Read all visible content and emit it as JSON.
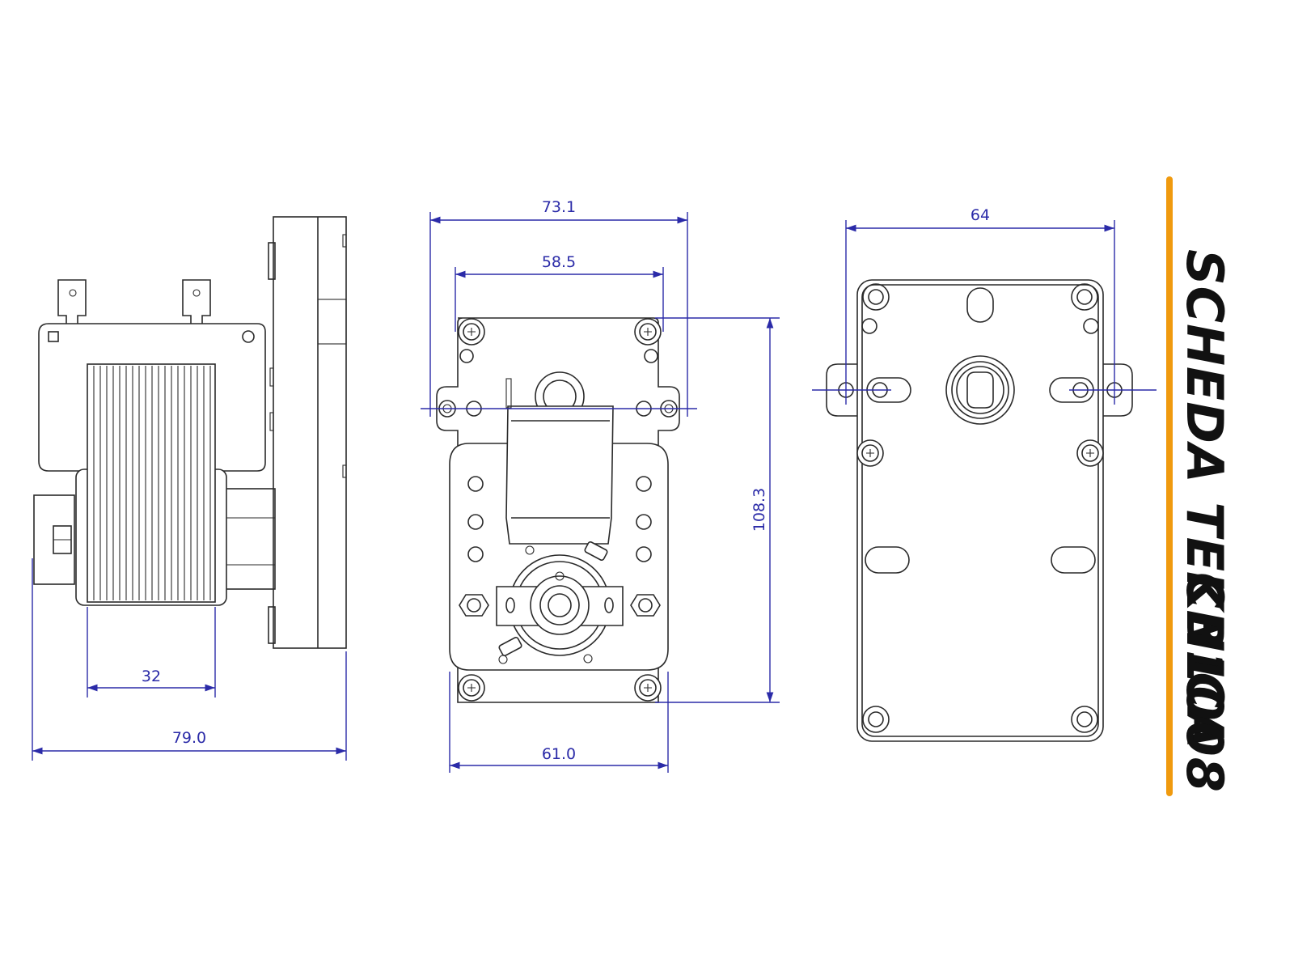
{
  "title": {
    "line1": "SCHEDA TECNICA",
    "line2": "KB1008"
  },
  "colors": {
    "dimension": "#2b2ba8",
    "accent_bar": "#f09a0e",
    "outline": "#2a2a2a"
  },
  "dimensions": {
    "side_depth": "79.0",
    "side_coil": "32",
    "front_width_outer": "73.1",
    "front_width_inner": "58.5",
    "front_height": "108.3",
    "front_base": "61.0",
    "back_hole_spacing": "64"
  }
}
